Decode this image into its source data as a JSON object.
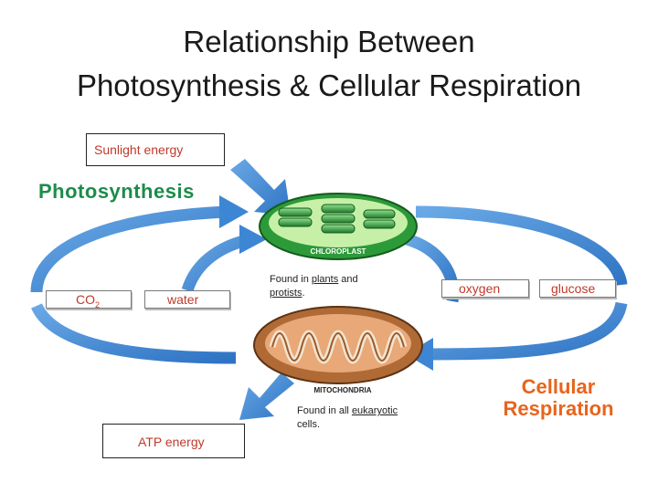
{
  "title_line1": "Relationship Between",
  "title_line2": "Photosynthesis & Cellular Respiration",
  "boxes": {
    "sunlight": "Sunlight energy",
    "co2_main": "CO",
    "co2_sub": "2",
    "water": "water",
    "oxygen": "oxygen",
    "glucose": "glucose",
    "atp": "ATP energy"
  },
  "labels": {
    "photosynthesis": "Photosynthesis",
    "cellular": "Cellular",
    "respiration": "Respiration",
    "chloroplast": "CHLOROPLAST",
    "mitochondria": "MITOCHONDRIA"
  },
  "notes": {
    "chloro_pre": "Found in ",
    "chloro_u1": "plants",
    "chloro_mid": " and ",
    "chloro_u2": "protists",
    "chloro_end": ".",
    "mito_pre": "Found in all ",
    "mito_u": "eukaryotic",
    "mito_end": "cells."
  },
  "colors": {
    "arrow_blue": "#3d86d4",
    "photosynthesis_green": "#1c8c4a",
    "respiration_orange": "#e8641c",
    "box_text_red": "#d12a2a"
  }
}
